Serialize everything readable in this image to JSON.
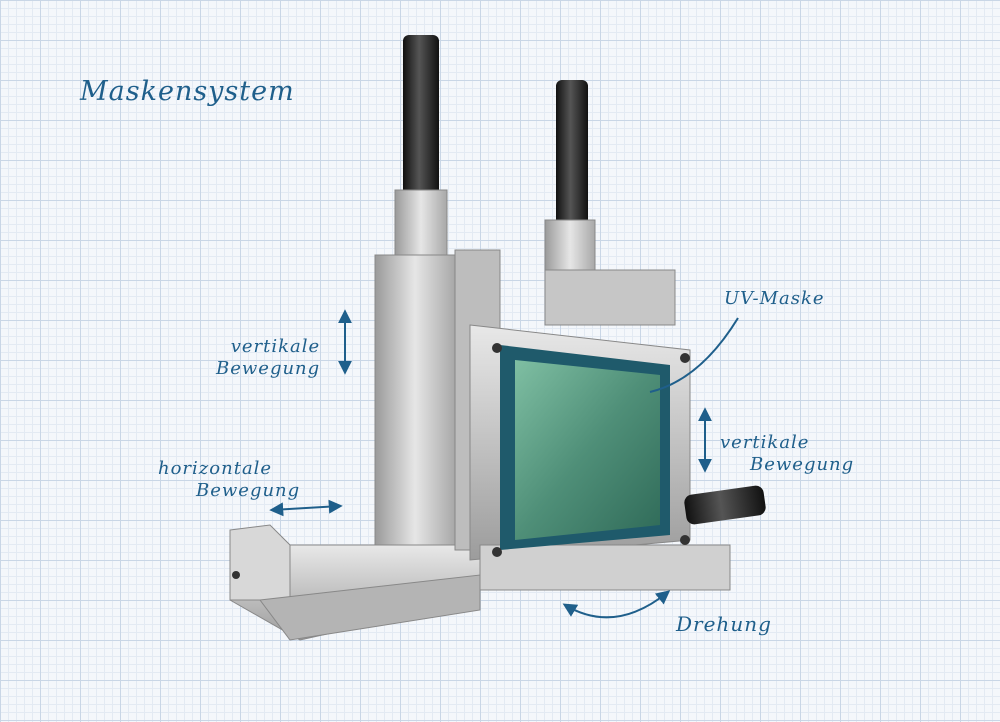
{
  "title": "Maskensystem",
  "labels": {
    "vertical_left_line1": "vertikale",
    "vertical_left_line2": "Bewegung",
    "vertical_right_line1": "vertikale",
    "vertical_right_line2": "Bewegung",
    "horizontal_line1": "horizontale",
    "horizontal_line2": "Bewegung",
    "uv_mask": "UV-Maske",
    "rotation": "Drehung"
  },
  "colors": {
    "annotation": "#1f5f8b",
    "grid": "#c9d6e6",
    "metal": "#c9c9c9",
    "glass": "#5e9e86",
    "cylinder": "#222222"
  }
}
